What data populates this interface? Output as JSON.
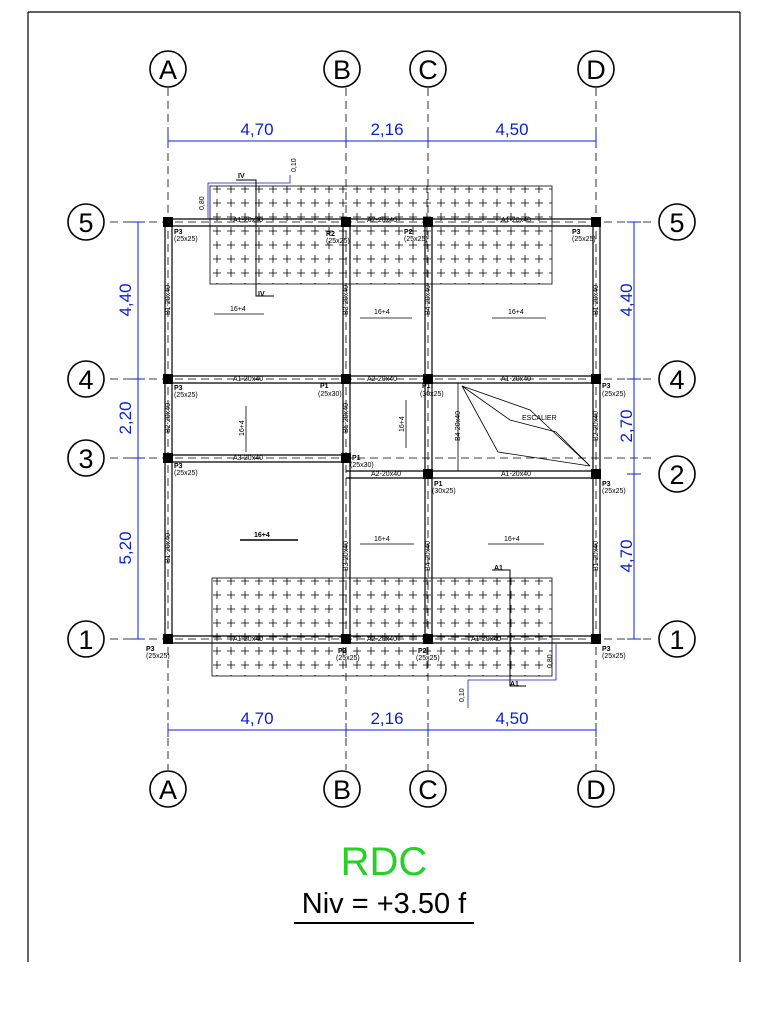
{
  "columns": [
    "A",
    "B",
    "C",
    "D"
  ],
  "rows_left": [
    "5",
    "4",
    "3",
    "1"
  ],
  "rows_right": [
    "5",
    "4",
    "2",
    "1"
  ],
  "dims_horizontal": [
    "4,70",
    "2,16",
    "4,50"
  ],
  "dims_left": [
    "4,40",
    "2,20",
    "5,20"
  ],
  "dims_right": [
    "4,40",
    "2,70",
    "4,70"
  ],
  "small_dims": {
    "top_a": "0,10",
    "top_b": "0,80",
    "bottom_a": "0,10",
    "bottom_b": "0,80"
  },
  "beams": {
    "a1": "A1-20x40",
    "a2": "A2-20x40",
    "a3": "A3-20x40",
    "b1": "B1-20x40",
    "b2": "B2-20x40",
    "b3": "B3-20x40",
    "b4": "B4-20x40",
    "b5": "B5-20x40"
  },
  "columns_tags": {
    "p1": "P1",
    "p2": "P2",
    "p3": "P3",
    "s25x25": "(25x25)",
    "s25x30": "(25x30)",
    "s30x25": "(30x25)",
    "r2": "R2"
  },
  "slab": "16+4",
  "stair": "ESCALIER",
  "section_iv": "IV",
  "section_a1": "A1",
  "title": "RDC",
  "level": "Niv = +3.50 f",
  "colors": {
    "dimension": "#0a20d8",
    "title": "#25d125",
    "line": "#000000"
  }
}
